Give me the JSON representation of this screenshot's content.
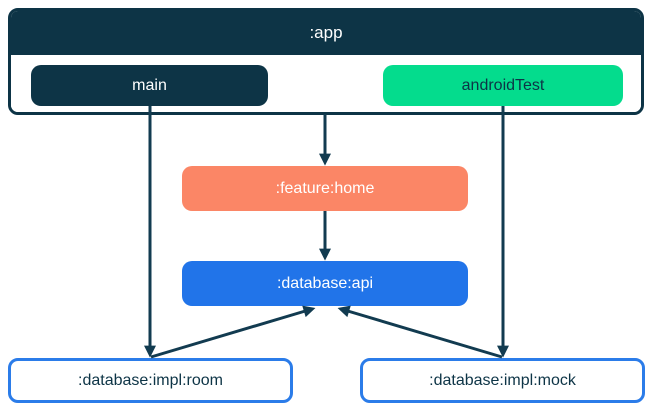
{
  "diagram": {
    "app": {
      "title": ":app",
      "source_sets": [
        {
          "label": "main",
          "color": "navy"
        },
        {
          "label": "androidTest",
          "color": "green"
        }
      ]
    },
    "modules": [
      {
        "label": ":feature:home",
        "color": "orange"
      },
      {
        "label": ":database:api",
        "color": "blue"
      },
      {
        "label": ":database:impl:room",
        "color": "white_outlined"
      },
      {
        "label": ":database:impl:mock",
        "color": "white_outlined"
      }
    ],
    "edges": [
      {
        "from": ":app",
        "to": ":feature:home"
      },
      {
        "from": ":feature:home",
        "to": ":database:api"
      },
      {
        "from": "main",
        "to": ":database:impl:room"
      },
      {
        "from": "androidTest",
        "to": ":database:impl:mock"
      },
      {
        "from": ":database:impl:room",
        "to": ":database:api"
      },
      {
        "from": ":database:impl:mock",
        "to": ":database:api"
      }
    ]
  },
  "colors": {
    "navy": "#0D3446",
    "green": "#04DC8D",
    "orange": "#FB8666",
    "blue": "#2174E9",
    "box-border-blue": "#2B7CE9",
    "edge": "#123B50",
    "text-light": "#FFFFFF",
    "background": "#FFFFFF"
  }
}
